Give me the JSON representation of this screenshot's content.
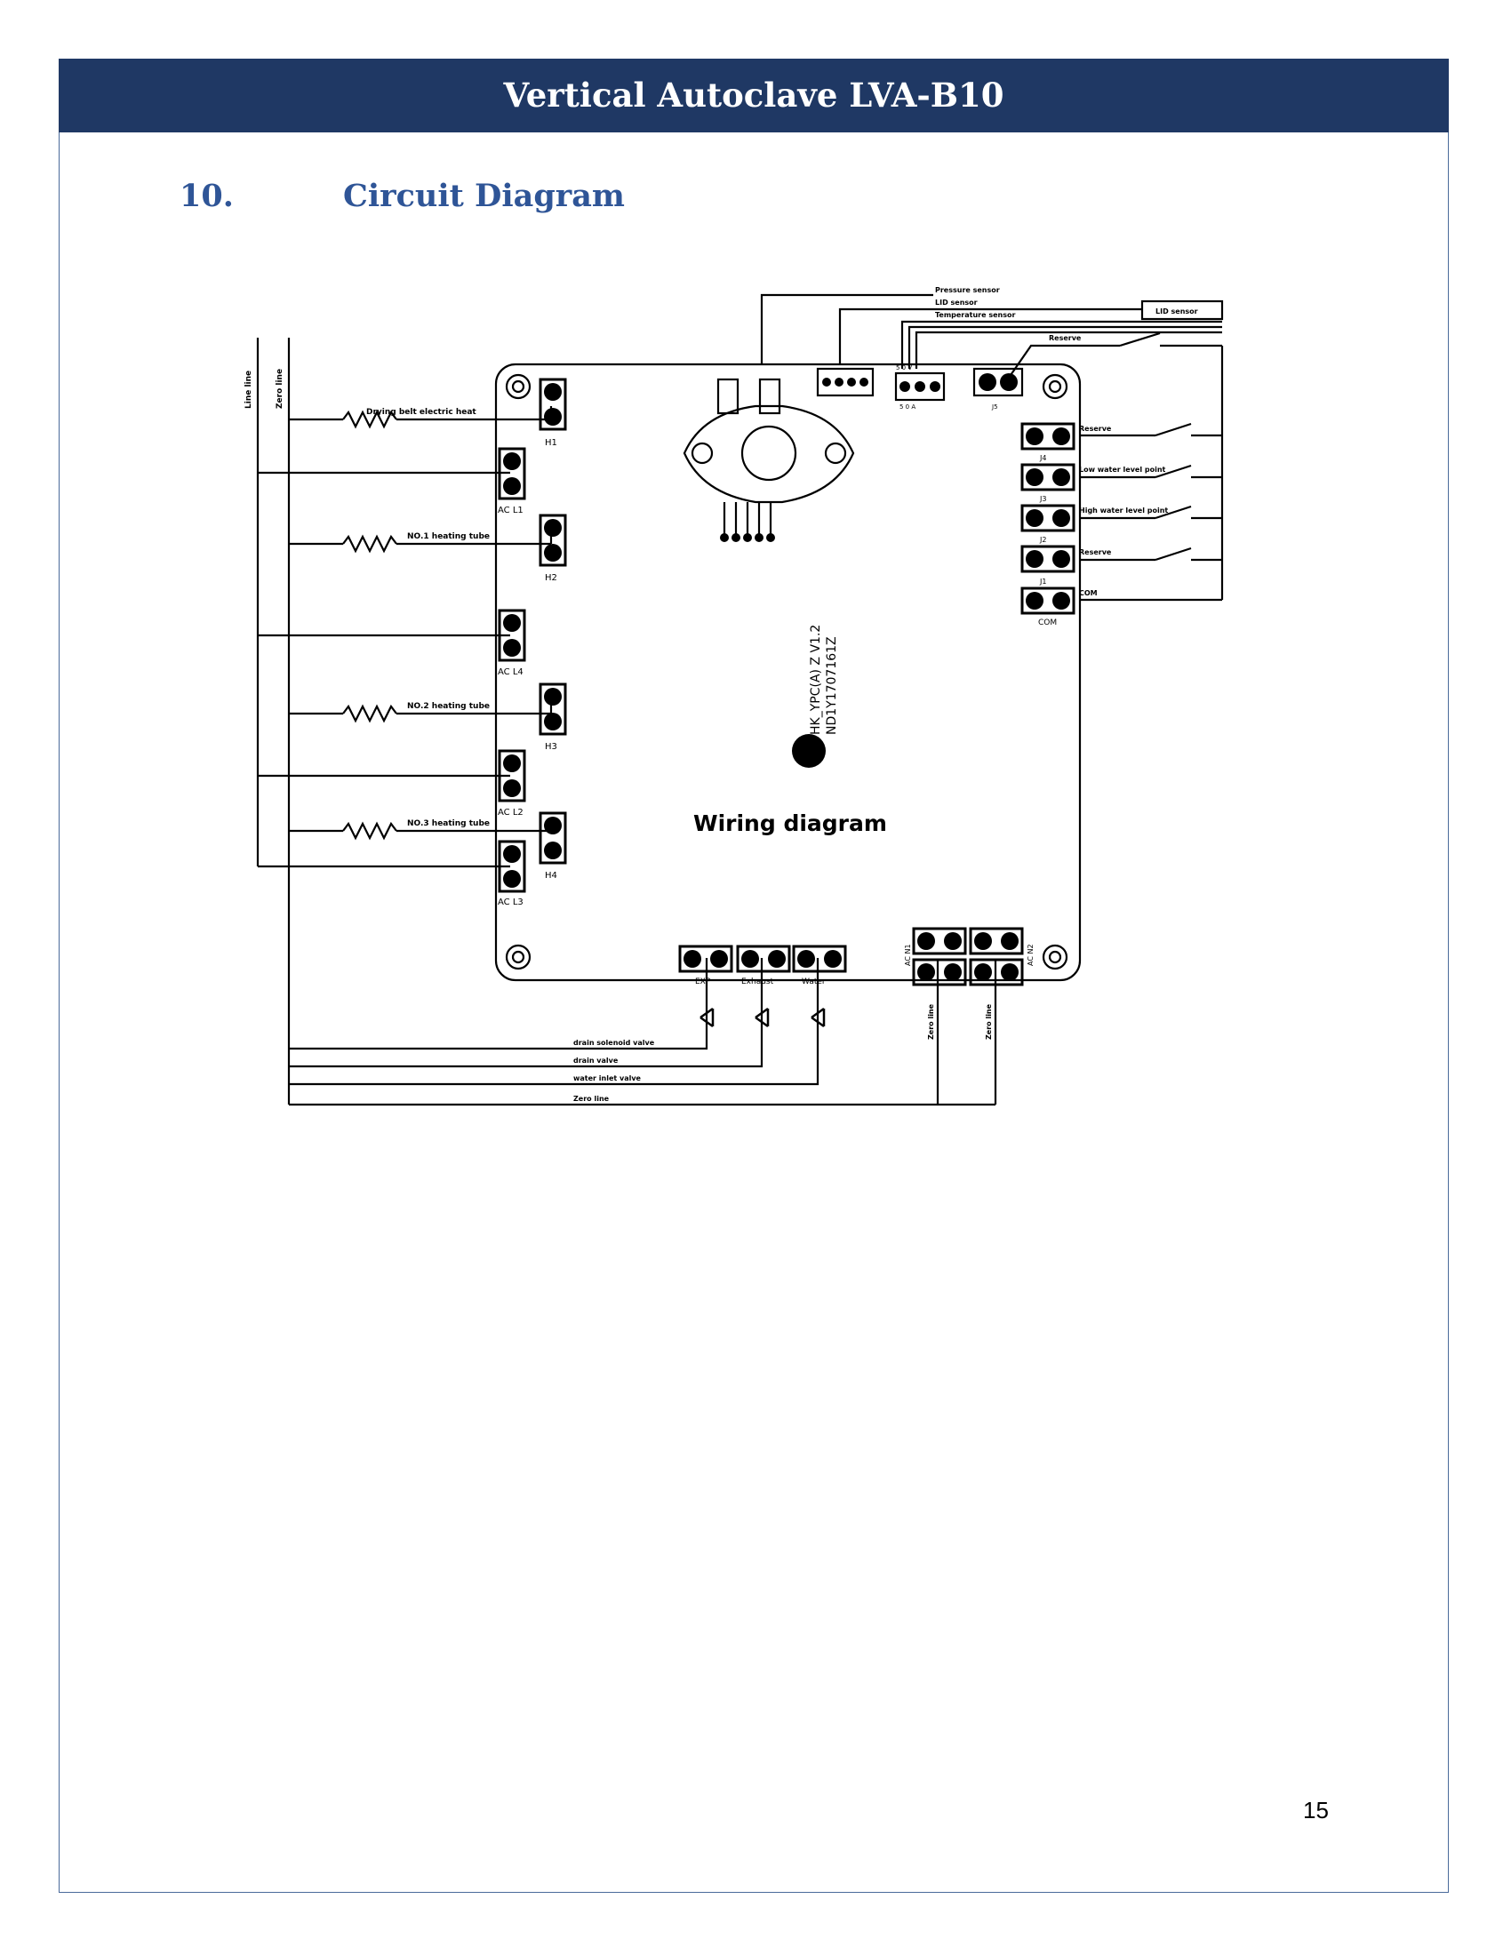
{
  "header": {
    "title": "Vertical Autoclave LVA-B10"
  },
  "section": {
    "number": "10.",
    "title": "Circuit Diagram"
  },
  "diagram": {
    "title": "Wiring diagram",
    "board_label_1": "HK_YPC(A) Z V1.2",
    "board_label_2": "ND1Y1707161Z",
    "left_rails": {
      "line": "Line line",
      "zero": "Zero line"
    },
    "top_sensors": {
      "pressure": "Pressure sensor",
      "lid": "LID sensor",
      "temperature": "Temperature sensor",
      "lid_box": "LID sensor",
      "reserve": "Reserve",
      "pins": "5 0 V",
      "pins_b": "5 0 A",
      "j5": "J5"
    },
    "heaters": [
      {
        "desc": "Drying belt electric heat",
        "label": "H1"
      },
      {
        "desc": "NO.1 heating tube",
        "label": "H2"
      },
      {
        "desc": "NO.2 heating tube",
        "label": "H3"
      },
      {
        "desc": "NO.3 heating tube",
        "label": "H4"
      }
    ],
    "ac_inputs": {
      "l1": "AC L1",
      "l4": "AC L4",
      "l2": "AC L2",
      "l3": "AC L3"
    },
    "right_connectors": [
      {
        "desc": "Reserve",
        "label": "J4"
      },
      {
        "desc": "Low water level point",
        "label": "J3"
      },
      {
        "desc": "High water level point",
        "label": "J2"
      },
      {
        "desc": "Reserve",
        "label": "J1"
      },
      {
        "desc": "COM",
        "label": "COM"
      }
    ],
    "bottom_connectors": {
      "exp": "EXP",
      "exhaust": "Exhaust",
      "water": "Water",
      "acn1": "AC N1",
      "acn2": "AC N2",
      "zero1": "Zero line",
      "zero2": "Zero line"
    },
    "bottom_lines": [
      "drain solenoid valve",
      "drain valve",
      "water inlet valve",
      "Zero line"
    ]
  },
  "footer": {
    "page_number": "15"
  }
}
